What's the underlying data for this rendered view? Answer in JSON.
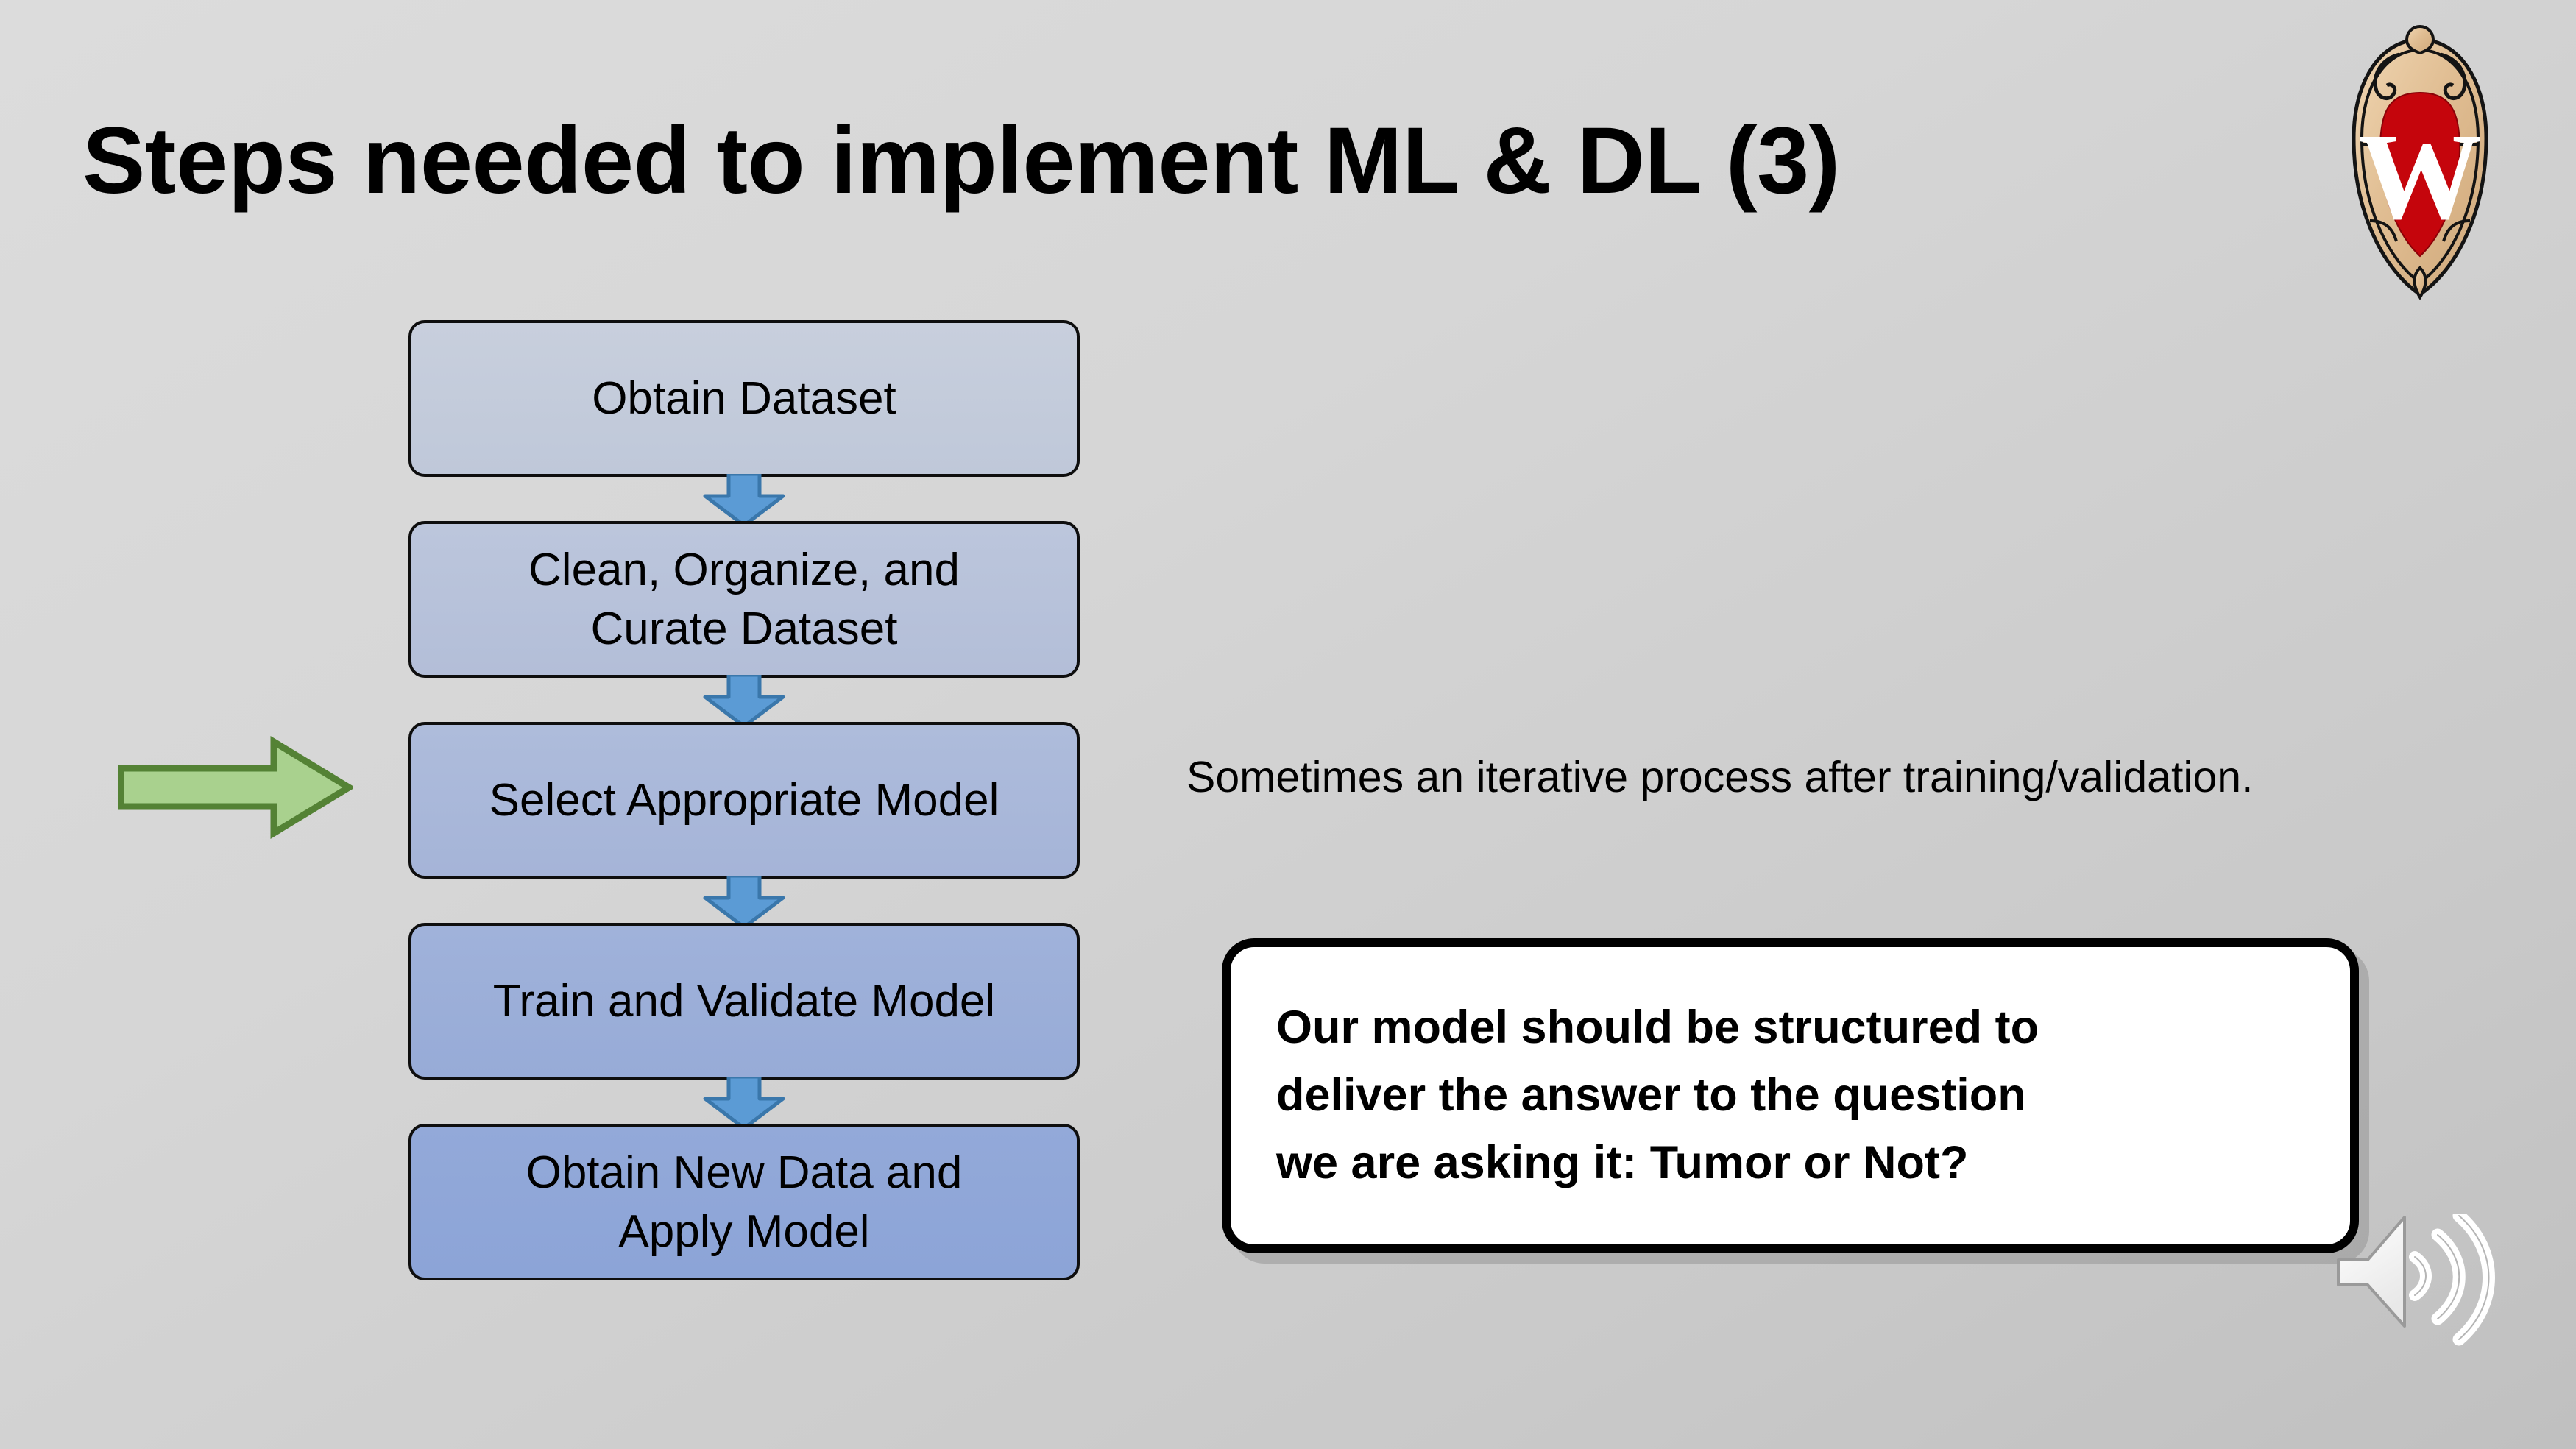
{
  "slide": {
    "title": "Steps needed to implement ML & DL (3)",
    "background_color": "#d4d4d4"
  },
  "logo": {
    "name": "uw-madison-crest",
    "letter": "W",
    "shield_color": "#c5050c",
    "frame_color": "#dfbc90"
  },
  "flowchart": {
    "accent_color": "#5b9bd5",
    "steps": [
      {
        "label": "Obtain Dataset",
        "fill": "#c3cbdc"
      },
      {
        "label": "Clean, Organize, and\nCurate Dataset",
        "fill": "#b7c2da"
      },
      {
        "label": "Select Appropriate Model",
        "fill": "#a9b8d9"
      },
      {
        "label": "Train and Validate Model",
        "fill": "#9bafd8"
      },
      {
        "label": "Obtain New Data and\nApply Model",
        "fill": "#8eaad7"
      }
    ],
    "connectors": [
      {
        "name": "arrow-1-2"
      },
      {
        "name": "arrow-2-3"
      },
      {
        "name": "arrow-3-4"
      },
      {
        "name": "arrow-4-5"
      }
    ]
  },
  "pointer": {
    "name": "green-highlight-arrow",
    "fill": "#a9d18e",
    "stroke": "#548235",
    "points_to": "Select Appropriate Model"
  },
  "side_note": {
    "text": "Sometimes an iterative process after training/validation."
  },
  "callout": {
    "text": "Our model should be structured to\ndeliver the answer to the question\nwe are asking it: Tumor or Not?",
    "border_color": "#000000",
    "fill": "#ffffff"
  },
  "media": {
    "speaker_icon": "speaker-audio-icon"
  }
}
